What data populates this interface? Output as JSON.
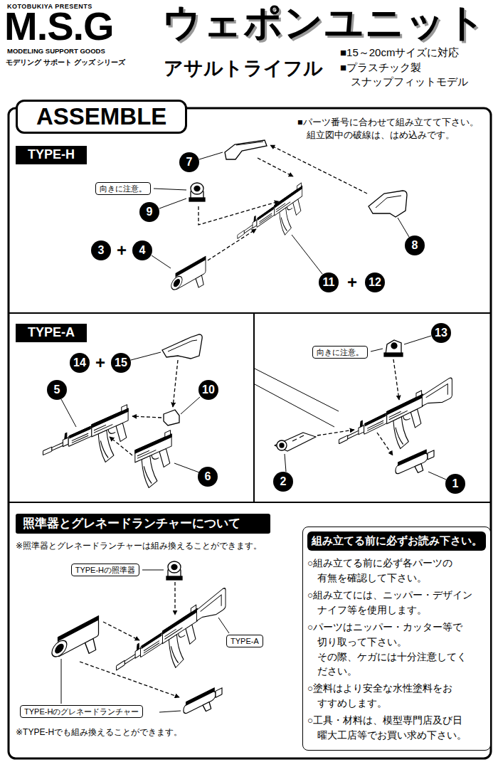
{
  "diagram": {
    "title": "ウェポンユニット",
    "nodes": [
      {
        "text": [
          "ASSEMBLE"
        ]
      },
      {
        "text": [
          "TYPE-H"
        ]
      },
      {
        "text": [
          "7"
        ]
      },
      {
        "text": [
          "向きに注意。"
        ]
      },
      {
        "text": [
          "9"
        ]
      },
      {
        "text": [
          "8"
        ]
      },
      {
        "text": [
          "3"
        ]
      },
      {
        "text": [
          "4"
        ]
      },
      {
        "text": [
          "11"
        ]
      },
      {
        "text": [
          "12"
        ]
      },
      {
        "text": [
          "TYPE-A"
        ]
      },
      {
        "text": [
          "14"
        ]
      },
      {
        "text": [
          "15"
        ]
      },
      {
        "text": [
          "5"
        ]
      },
      {
        "text": [
          "10"
        ]
      },
      {
        "text": [
          "6"
        ]
      },
      {
        "text": [
          "向きに注意。"
        ]
      },
      {
        "text": [
          "13"
        ]
      },
      {
        "text": [
          "2"
        ]
      },
      {
        "text": [
          "1"
        ]
      },
      {
        "text": [
          "照準器とグレネードランチャーについて"
        ]
      },
      {
        "text": [
          "TYPE-Hの照準器"
        ]
      },
      {
        "text": [
          "TYPE-A"
        ]
      },
      {
        "text": [
          "TYPE-Hのグレネードランチャー"
        ]
      },
      {
        "text": [
          "組み立てる前に必ずお読み下さい。",
          "○組み立てる前に必ず各パーツの 有無を確認して下さい。",
          "○組み立てには、ニッパー・デザイン ナイフ等を使用します。",
          "○パーツはニッパー・カッター等で 切り取って下さい。 その際、ケガには十分注意してく ださい。",
          "○塗料はより安全な水性塗料をお すすめします。",
          "○工具・材料は、模型専門店及び日 曜大工店等でお買い求め下さい。"
        ]
      }
    ],
    "labels": [
      "KOTOBUKIYA PRESENTS",
      "M.S.G",
      "MODELING SUPPORT GOODS",
      "モデリング サポート グッズ シリーズ",
      "アサルトライフル",
      "■15～20cmサイズに対応",
      "■プラスチック製 スナップフィットモデル",
      "■パーツ番号に合わせて組み立てて下さい。 組立図中の破線は、はめ込みです。",
      "+",
      "+",
      "+",
      "※照準器とグレネードランチャーは組み換えることができます。",
      "※TYPE-Hでも組み換えることができます。"
    ]
  }
}
